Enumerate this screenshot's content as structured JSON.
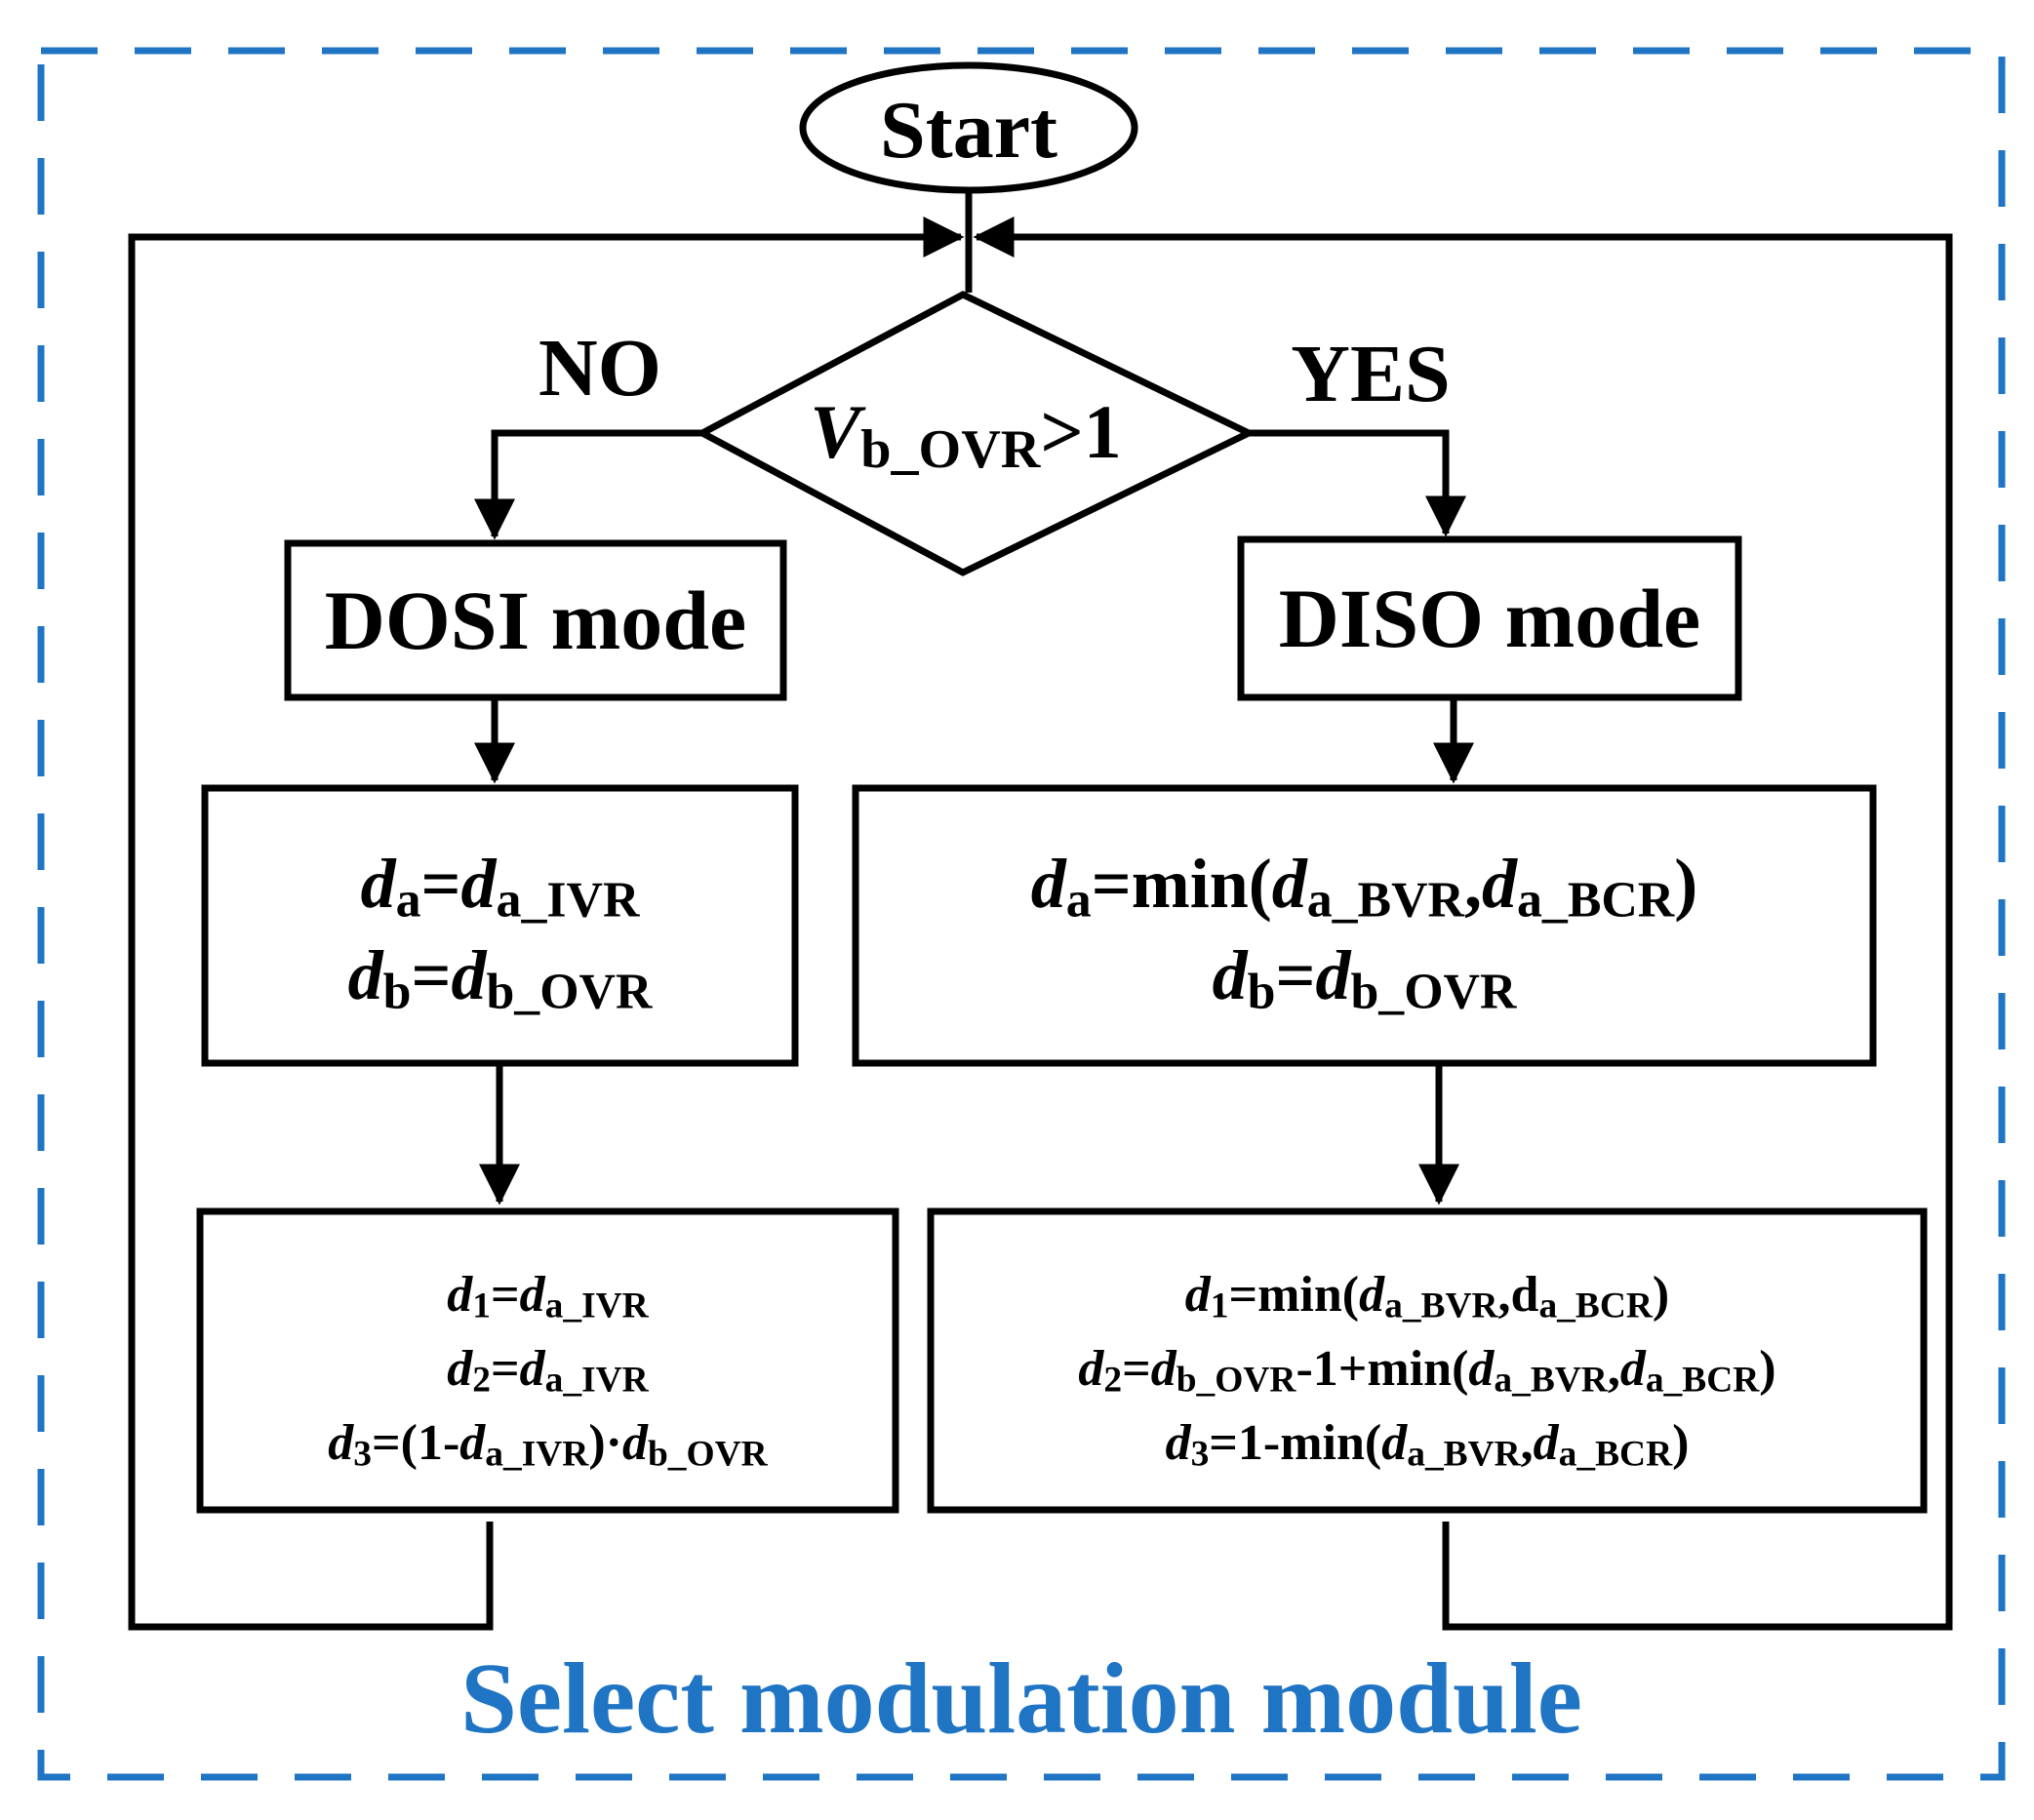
{
  "title": "Select modulation module",
  "colors": {
    "frame": "#1f74c4",
    "title": "#1f74c4",
    "line": "#000000"
  },
  "start": "Start",
  "decision": {
    "var": "V",
    "sub": "b_OVR",
    "rest": ">1"
  },
  "branch_no": "NO",
  "branch_yes": "YES",
  "left": {
    "mode": "DOSI mode",
    "box1": {
      "l1": {
        "d": "d",
        "s1": "a",
        "eq": "=",
        "d2": "d",
        "s2": "a_IVR"
      },
      "l2": {
        "d": "d",
        "s1": "b",
        "eq": "=",
        "d2": "d",
        "s2": "b_OVR"
      }
    },
    "box2": {
      "l1": {
        "d": "d",
        "s1": "1",
        "eq": "=",
        "d2": "d",
        "s2": "a_IVR"
      },
      "l2": {
        "d": "d",
        "s1": "2",
        "eq": "=",
        "d2": "d",
        "s2": "a_IVR"
      },
      "l3": {
        "d": "d",
        "s1": "3",
        "pre": "=(1-",
        "d2": "d",
        "s2": "a_IVR",
        "mid": ")·",
        "d3": "d",
        "s3": "b_OVR"
      }
    }
  },
  "right": {
    "mode": "DISO mode",
    "box1": {
      "l1": {
        "d": "d",
        "s1": "a",
        "pre": "=min(",
        "d2": "d",
        "s2": "a_BVR",
        "comma": ",",
        "d3": "d",
        "s3": "a_BCR",
        "post": ")"
      },
      "l2": {
        "d": "d",
        "s1": "b",
        "eq": "=",
        "d2": "d",
        "s2": "b_OVR"
      }
    },
    "box2": {
      "l1": {
        "d": "d",
        "s1": "1",
        "pre": "=min(",
        "d2": "d",
        "s2": "a_BVR",
        "comma": ",",
        "d3": "d",
        "s3": "a_BCR",
        "post": ")"
      },
      "l2": {
        "d": "d",
        "s1": "2",
        "eq": "=",
        "d2": "d",
        "s2": "b_OVR",
        "pre": "-1+min(",
        "d3": "d",
        "s3": "a_BVR",
        "comma": ",",
        "d4": "d",
        "s4": "a_BCR",
        "post": ")"
      },
      "l3": {
        "d": "d",
        "s1": "3",
        "pre": "=1-min(",
        "d2": "d",
        "s2": "a_BVR",
        "comma": ",",
        "d3": "d",
        "s3": "a_BCR",
        "post": ")"
      }
    }
  }
}
